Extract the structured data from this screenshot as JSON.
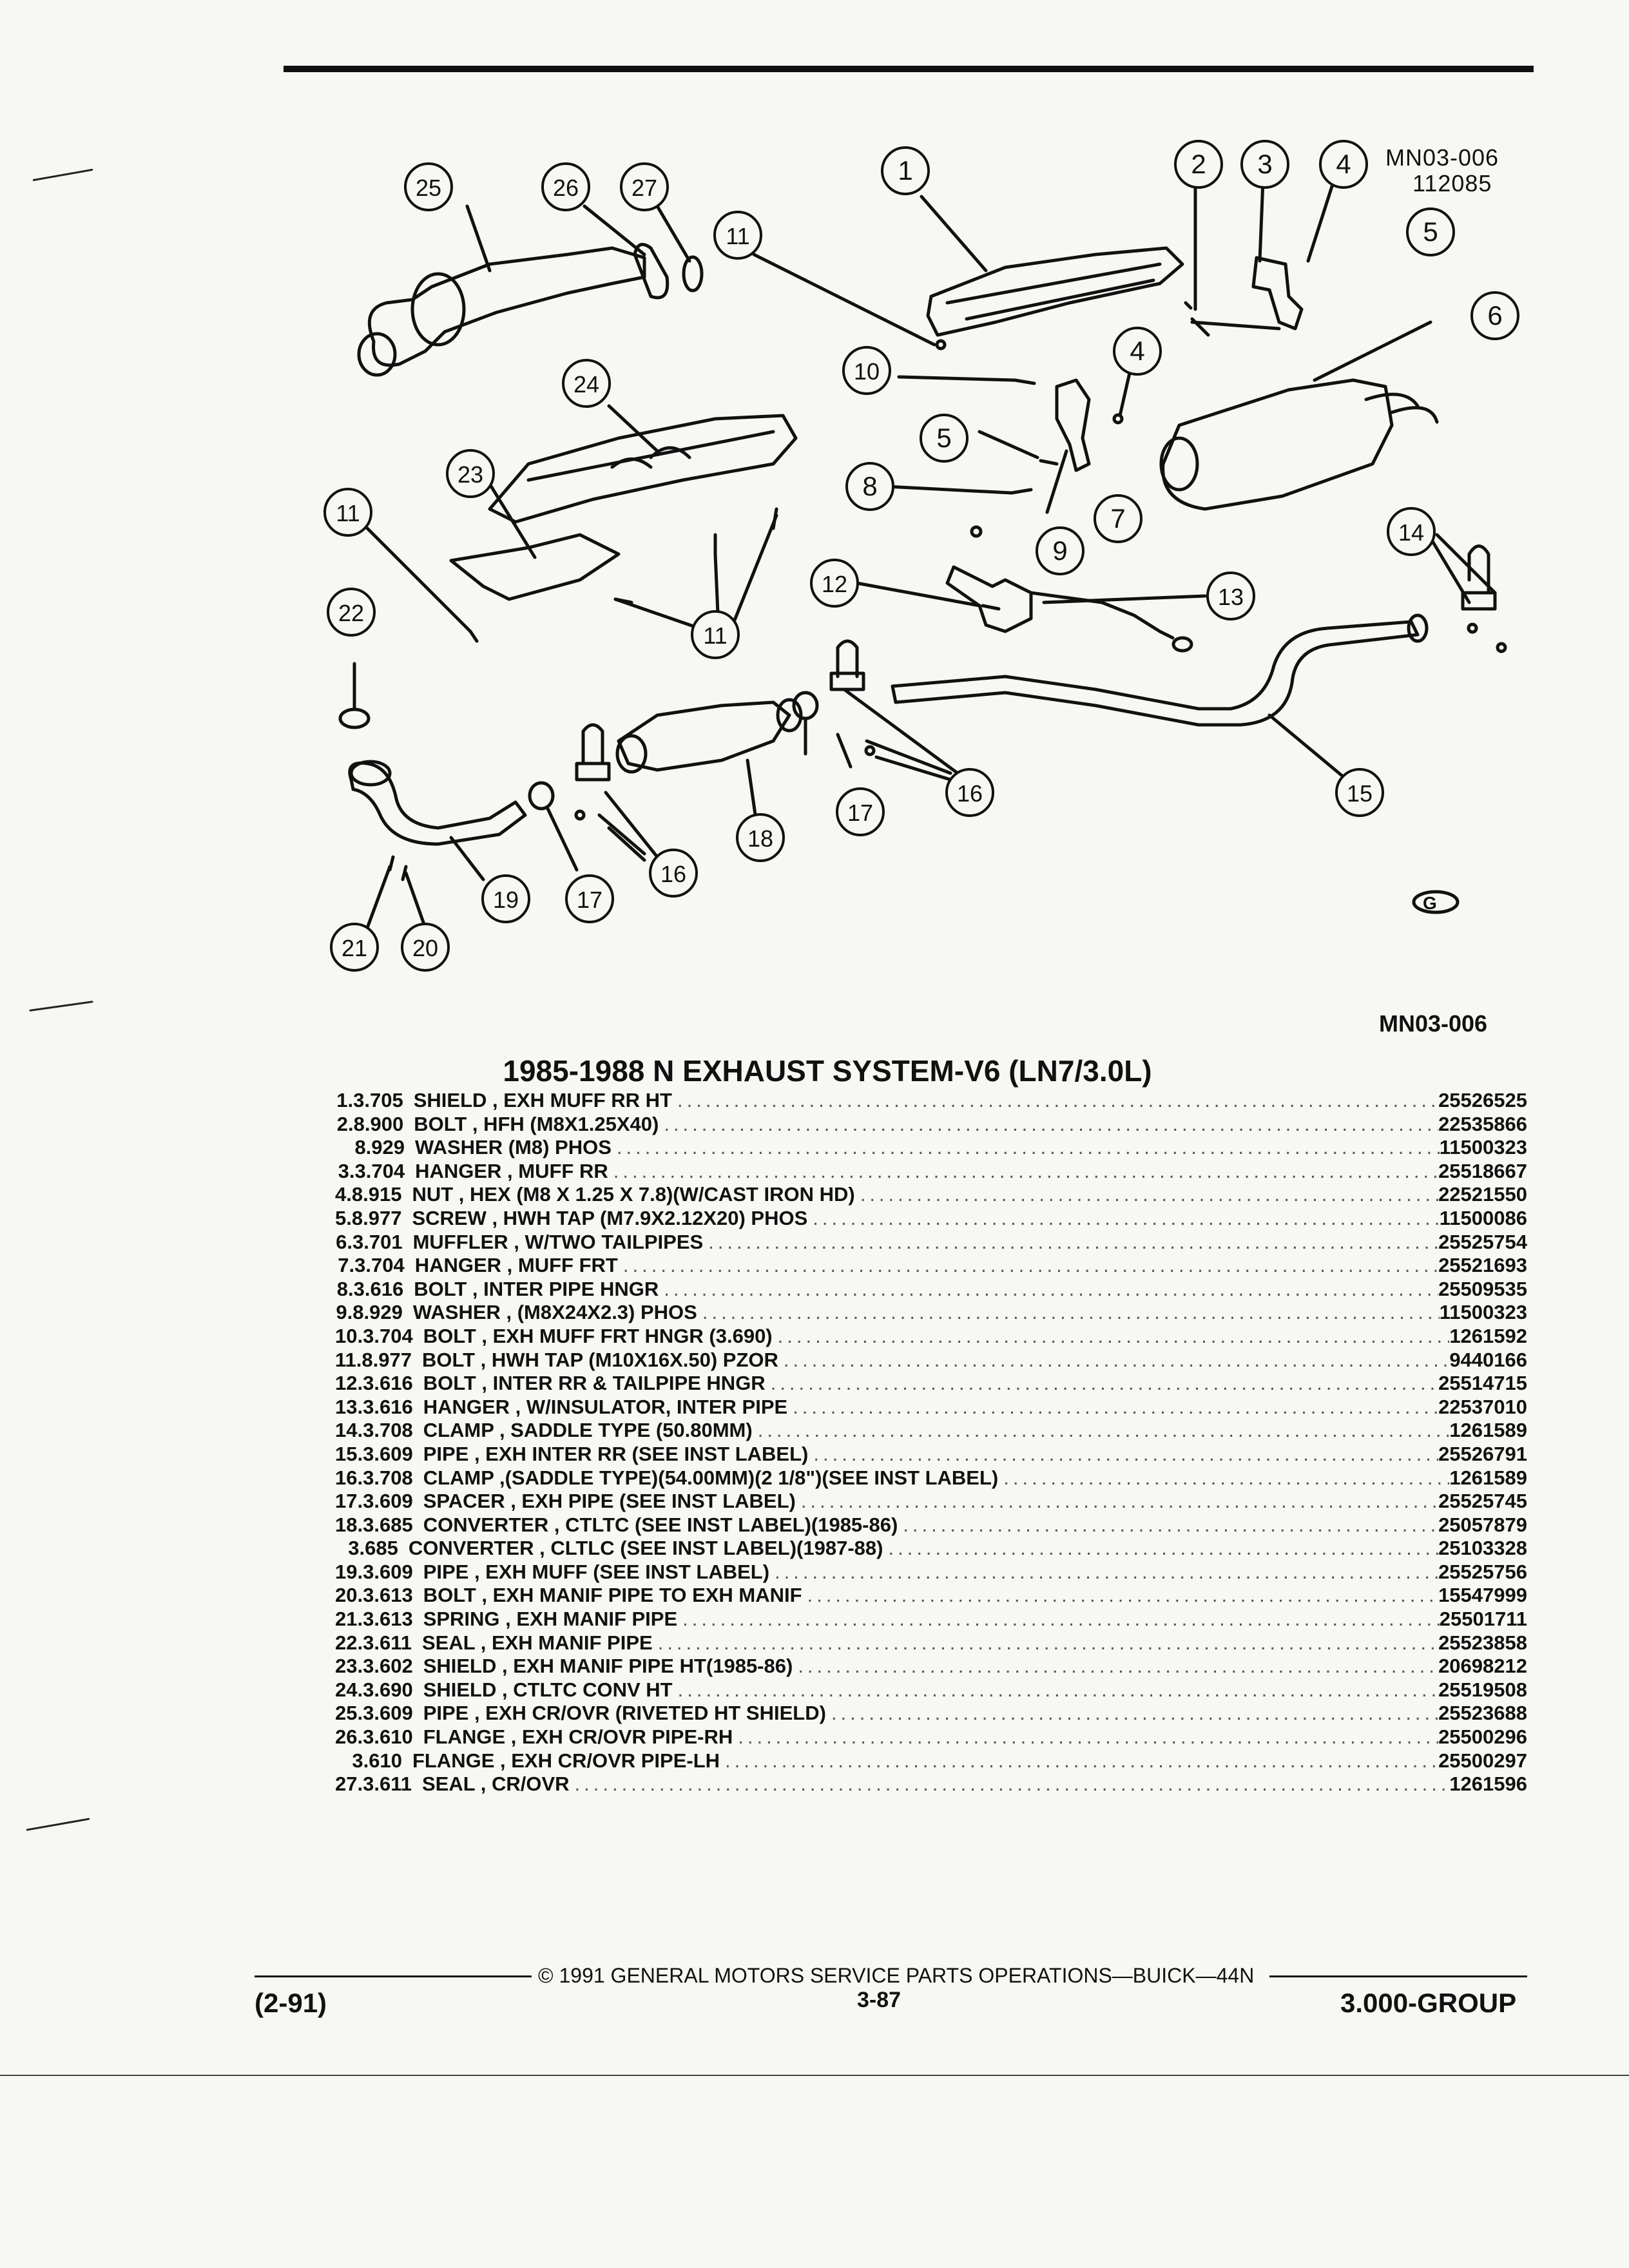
{
  "diagram": {
    "code_top": [
      "MN03-006",
      "112085"
    ],
    "code_bottom": "MN03-006",
    "callouts": [
      {
        "label": "1"
      },
      {
        "label": "2"
      },
      {
        "label": "3"
      },
      {
        "label": "4"
      },
      {
        "label": "5"
      },
      {
        "label": "6"
      },
      {
        "label": "11"
      },
      {
        "label": "25"
      },
      {
        "label": "26"
      },
      {
        "label": "27"
      },
      {
        "label": "10"
      },
      {
        "label": "4"
      },
      {
        "label": "5"
      },
      {
        "label": "24"
      },
      {
        "label": "23"
      },
      {
        "label": "11"
      },
      {
        "label": "8"
      },
      {
        "label": "7"
      },
      {
        "label": "9"
      },
      {
        "label": "14"
      },
      {
        "label": "22"
      },
      {
        "label": "12"
      },
      {
        "label": "13"
      },
      {
        "label": "11"
      },
      {
        "label": "16"
      },
      {
        "label": "15"
      },
      {
        "label": "17"
      },
      {
        "label": "18"
      },
      {
        "label": "16"
      },
      {
        "label": "19"
      },
      {
        "label": "17"
      },
      {
        "label": "21"
      },
      {
        "label": "20"
      }
    ]
  },
  "title": "1985-1988 N EXHAUST SYSTEM-V6 (LN7/3.0L)",
  "parts": [
    {
      "num": "1.",
      "group": "3.705",
      "desc": "SHIELD , EXH MUFF RR HT",
      "pn": "25526525"
    },
    {
      "num": "2.",
      "group": "8.900",
      "desc": "BOLT , HFH (M8X1.25X40)",
      "pn": "22535866"
    },
    {
      "num": "",
      "group": "8.929",
      "desc": "WASHER (M8) PHOS",
      "pn": "11500323"
    },
    {
      "num": "3.",
      "group": "3.704",
      "desc": "HANGER , MUFF RR",
      "pn": "25518667"
    },
    {
      "num": "4.",
      "group": "8.915",
      "desc": "NUT , HEX (M8 X 1.25 X 7.8)(W/CAST IRON HD)",
      "pn": "22521550"
    },
    {
      "num": "5.",
      "group": "8.977",
      "desc": "SCREW , HWH TAP (M7.9X2.12X20) PHOS",
      "pn": "11500086"
    },
    {
      "num": "6.",
      "group": "3.701",
      "desc": "MUFFLER , W/TWO TAILPIPES",
      "pn": "25525754"
    },
    {
      "num": "7.",
      "group": "3.704",
      "desc": "HANGER , MUFF FRT",
      "pn": "25521693"
    },
    {
      "num": "8.",
      "group": "3.616",
      "desc": "BOLT , INTER PIPE HNGR",
      "pn": "25509535"
    },
    {
      "num": "9.",
      "group": "8.929",
      "desc": "WASHER , (M8X24X2.3) PHOS",
      "pn": "11500323"
    },
    {
      "num": "10.",
      "group": "3.704",
      "desc": "BOLT , EXH MUFF FRT HNGR (3.690)",
      "pn": "1261592"
    },
    {
      "num": "11.",
      "group": "8.977",
      "desc": "BOLT , HWH TAP (M10X16X.50) PZOR",
      "pn": "9440166"
    },
    {
      "num": "12.",
      "group": "3.616",
      "desc": "BOLT , INTER RR & TAILPIPE HNGR",
      "pn": "25514715"
    },
    {
      "num": "13.",
      "group": "3.616",
      "desc": "HANGER , W/INSULATOR, INTER PIPE",
      "pn": "22537010"
    },
    {
      "num": "14.",
      "group": "3.708",
      "desc": "CLAMP , SADDLE TYPE (50.80MM)",
      "pn": "1261589"
    },
    {
      "num": "15.",
      "group": "3.609",
      "desc": "PIPE , EXH INTER RR (SEE INST LABEL)",
      "pn": "25526791"
    },
    {
      "num": "16.",
      "group": "3.708",
      "desc": "CLAMP ,(SADDLE TYPE)(54.00MM)(2 1/8\")(SEE INST LABEL)",
      "pn": "1261589"
    },
    {
      "num": "17.",
      "group": "3.609",
      "desc": "SPACER , EXH PIPE (SEE INST LABEL)",
      "pn": "25525745"
    },
    {
      "num": "18.",
      "group": "3.685",
      "desc": "CONVERTER , CTLTC (SEE INST LABEL)(1985-86)",
      "pn": "25057879"
    },
    {
      "num": "",
      "group": "3.685",
      "desc": "CONVERTER , CLTLC (SEE INST LABEL)(1987-88)",
      "pn": "25103328"
    },
    {
      "num": "19.",
      "group": "3.609",
      "desc": "PIPE , EXH MUFF (SEE INST LABEL)",
      "pn": "25525756"
    },
    {
      "num": "20.",
      "group": "3.613",
      "desc": "BOLT , EXH MANIF PIPE TO EXH MANIF",
      "pn": "15547999"
    },
    {
      "num": "21.",
      "group": "3.613",
      "desc": "SPRING , EXH MANIF PIPE",
      "pn": "25501711"
    },
    {
      "num": "22.",
      "group": "3.611",
      "desc": "SEAL , EXH MANIF PIPE",
      "pn": "25523858"
    },
    {
      "num": "23.",
      "group": "3.602",
      "desc": "SHIELD , EXH MANIF PIPE HT(1985-86)",
      "pn": "20698212"
    },
    {
      "num": "24.",
      "group": "3.690",
      "desc": "SHIELD , CTLTC CONV HT",
      "pn": "25519508"
    },
    {
      "num": "25.",
      "group": "3.609",
      "desc": "PIPE , EXH CR/OVR (RIVETED HT SHIELD)",
      "pn": "25523688"
    },
    {
      "num": "26.",
      "group": "3.610",
      "desc": "FLANGE , EXH CR/OVR PIPE-RH",
      "pn": "25500296"
    },
    {
      "num": "",
      "group": "3.610",
      "desc": "FLANGE , EXH CR/OVR PIPE-LH",
      "pn": "25500297"
    },
    {
      "num": "27.",
      "group": "3.611",
      "desc": "SEAL , CR/OVR",
      "pn": "1261596"
    }
  ],
  "footer": {
    "copyright": "© 1991 GENERAL MOTORS SERVICE PARTS OPERATIONS—BUICK—44N",
    "page": "3-87",
    "date_code": "(2-91)",
    "group": "3.000-GROUP"
  }
}
